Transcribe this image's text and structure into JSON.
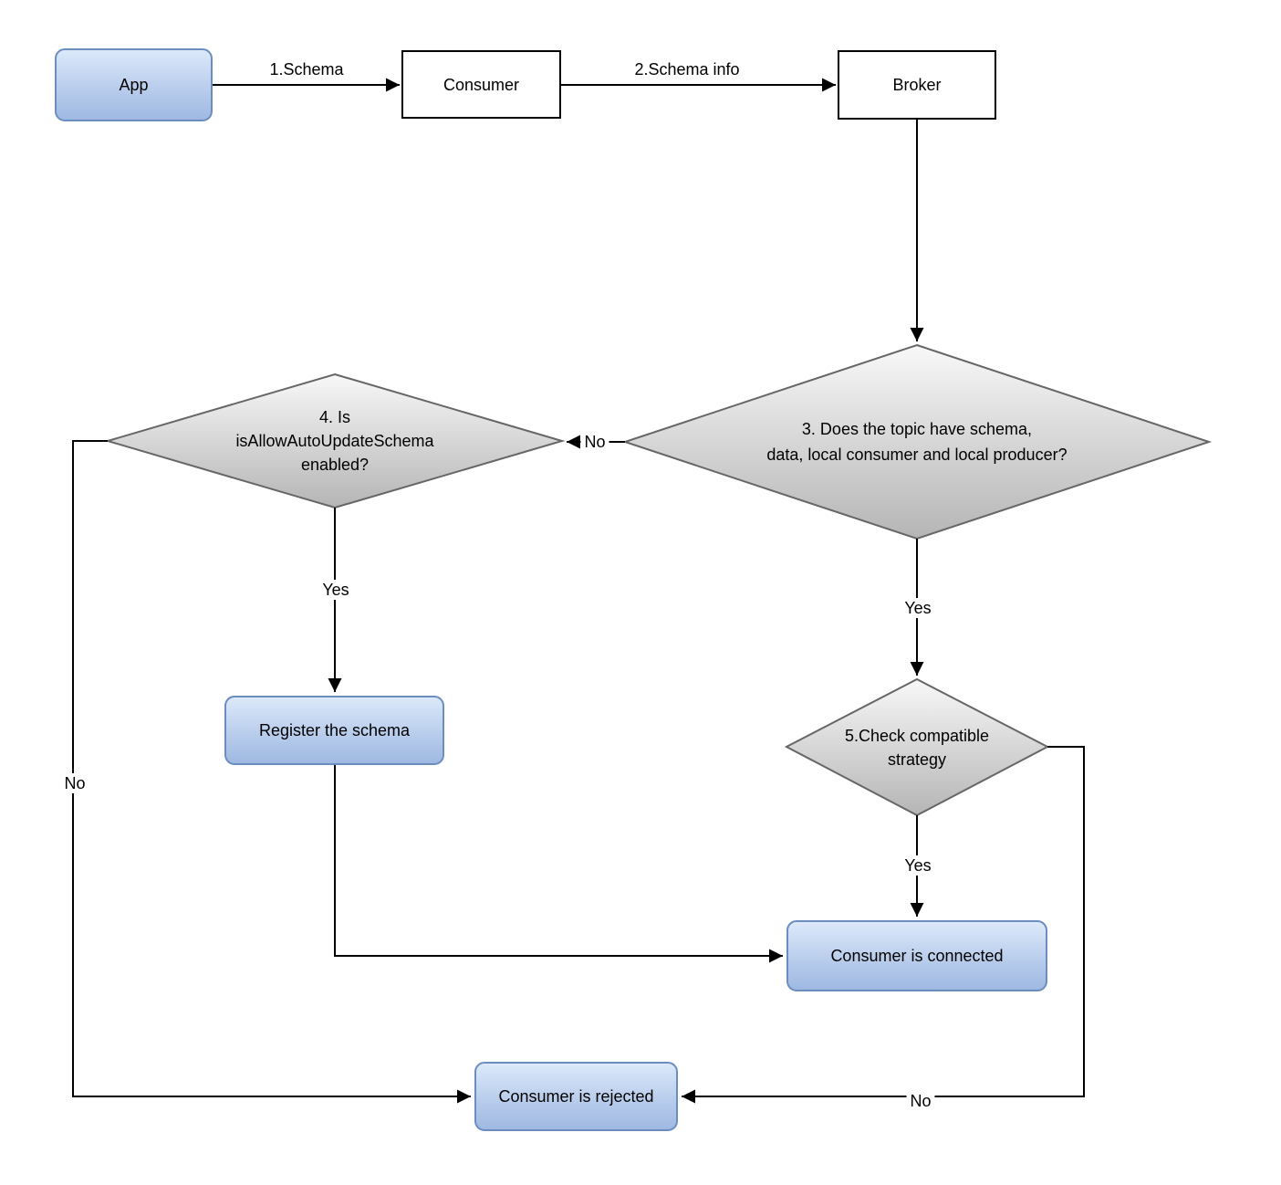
{
  "nodes": {
    "app": {
      "label": "App",
      "shape": "rounded-rect"
    },
    "consumer": {
      "label": "Consumer",
      "shape": "rect"
    },
    "broker": {
      "label": "Broker",
      "shape": "rect"
    },
    "decision3": {
      "label": "3. Does the topic have schema,\ndata, local consumer and local producer?",
      "shape": "diamond"
    },
    "decision4": {
      "label": "4. Is\nisAllowAutoUpdateSchema\nenabled?",
      "shape": "diamond"
    },
    "decision5": {
      "label": "5.Check compatible\nstrategy",
      "shape": "diamond"
    },
    "register": {
      "label": "Register the schema",
      "shape": "rounded-rect"
    },
    "connected": {
      "label": "Consumer is connected",
      "shape": "rounded-rect"
    },
    "rejected": {
      "label": "Consumer is rejected",
      "shape": "rounded-rect"
    }
  },
  "edges": {
    "app_consumer": {
      "from": "app",
      "to": "consumer",
      "label": "1.Schema"
    },
    "consumer_broker": {
      "from": "consumer",
      "to": "broker",
      "label": "2.Schema info"
    },
    "broker_decision3": {
      "from": "broker",
      "to": "decision3",
      "label": ""
    },
    "decision3_decision4": {
      "from": "decision3",
      "to": "decision4",
      "label": "No"
    },
    "decision3_decision5": {
      "from": "decision3",
      "to": "decision5",
      "label": "Yes"
    },
    "decision4_register": {
      "from": "decision4",
      "to": "register",
      "label": "Yes"
    },
    "decision4_rejected": {
      "from": "decision4",
      "to": "rejected",
      "label": "No"
    },
    "register_connected": {
      "from": "register",
      "to": "connected",
      "label": ""
    },
    "decision5_connected": {
      "from": "decision5",
      "to": "connected",
      "label": "Yes"
    },
    "decision5_rejected": {
      "from": "decision5",
      "to": "rejected",
      "label": "No"
    }
  },
  "colors": {
    "process_fill_top": "#dce9fa",
    "process_fill_bottom": "#9fb9e2",
    "process_border": "#6c8ebf",
    "decision_fill_top": "#f8f8f8",
    "decision_fill_bottom": "#b5b5b5",
    "decision_border": "#666666",
    "io_fill": "#ffffff",
    "io_border": "#000000",
    "connector": "#000000",
    "background": "#ffffff"
  }
}
